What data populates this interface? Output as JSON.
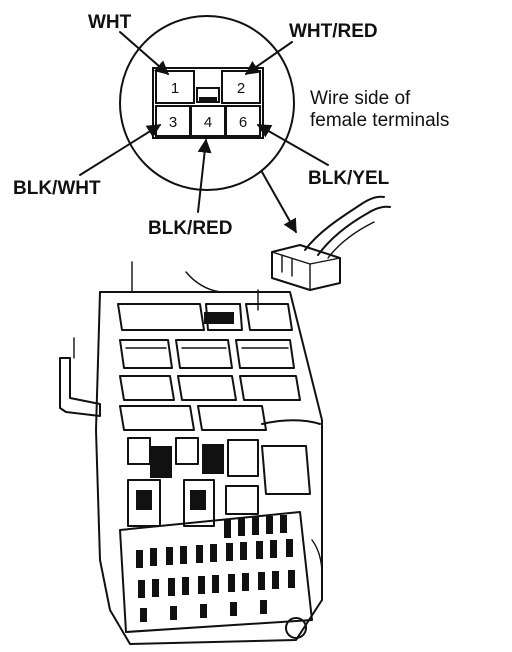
{
  "connector": {
    "pins": [
      {
        "number": "1",
        "wire": "WHT"
      },
      {
        "number": "2",
        "wire": "WHT/RED"
      },
      {
        "number": "3",
        "wire": "BLK/WHT"
      },
      {
        "number": "4",
        "wire": "BLK/RED"
      },
      {
        "number": "6",
        "wire": "BLK/YEL"
      }
    ],
    "note_line1": "Wire side of",
    "note_line2": "female terminals"
  },
  "icons": {
    "connector_plug": "connector-plug-icon",
    "fuse_box": "fuse-relay-box-illustration"
  }
}
